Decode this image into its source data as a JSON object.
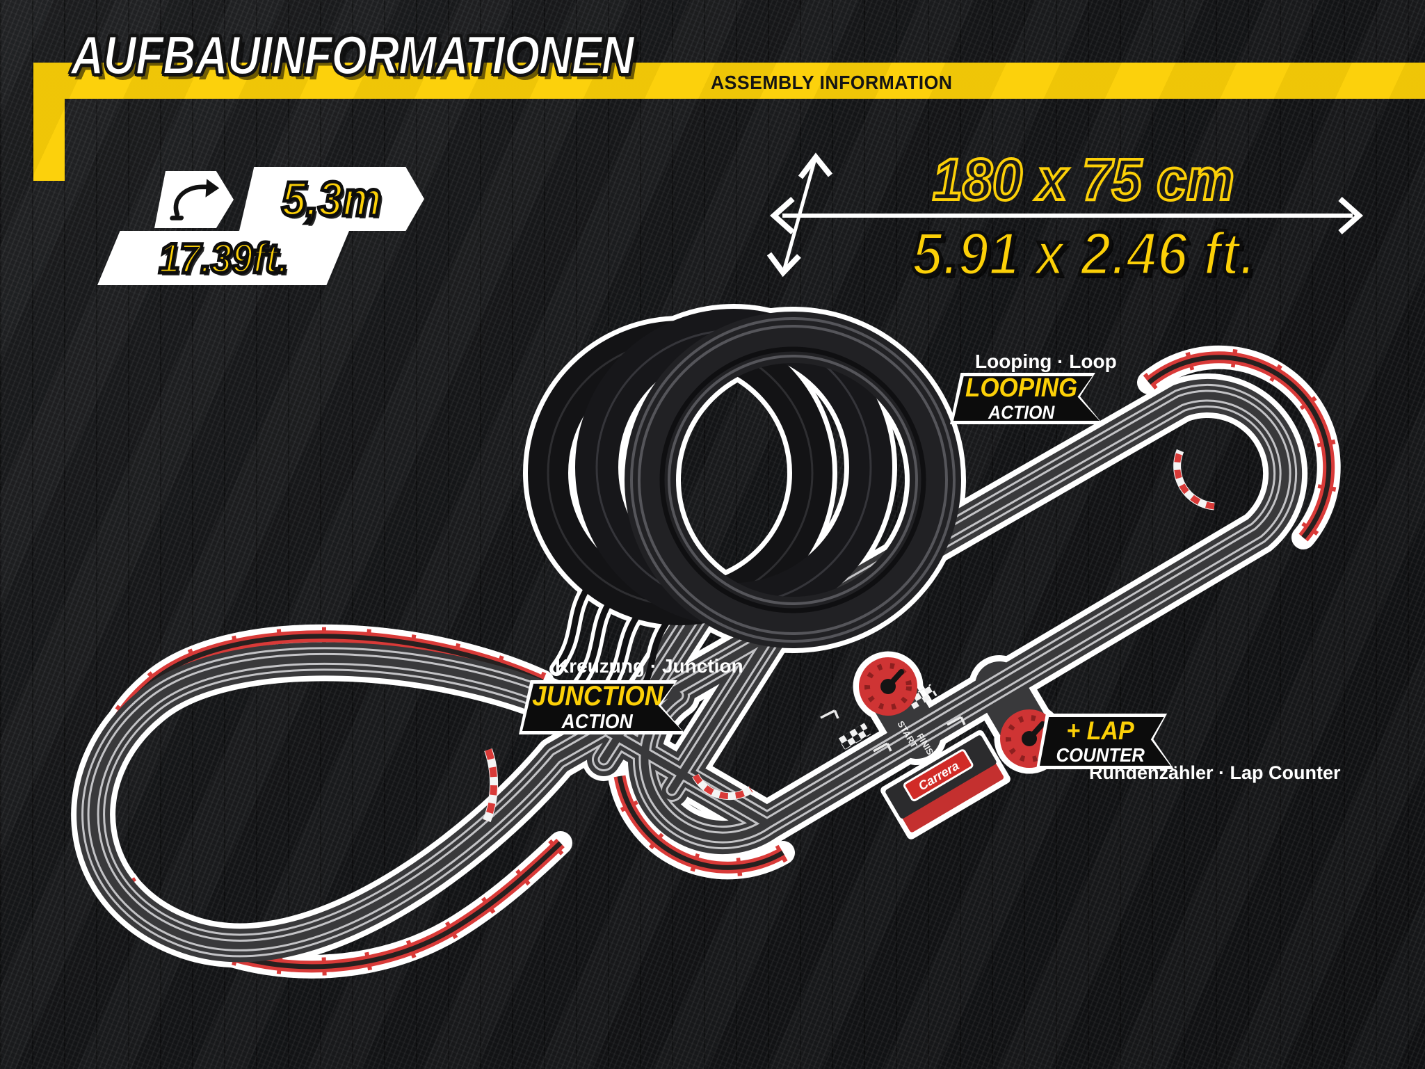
{
  "header": {
    "title": "AUFBAUINFORMATIONEN",
    "subtitle": "ASSEMBLY INFORMATION"
  },
  "track_length": {
    "metric": "5,3m",
    "imperial": "17.39ft."
  },
  "layout_dimensions": {
    "metric": "180 x 75 cm",
    "imperial": "5.91 x 2.46 ft."
  },
  "features": {
    "looping": {
      "caption": "Looping · Loop",
      "badge_line1": "LOOPING",
      "badge_line2": "ACTION"
    },
    "junction": {
      "caption": "Kreuzung · Junction",
      "badge_line1": "JUNCTION",
      "badge_line2": "ACTION"
    },
    "lap_counter": {
      "badge_line1": "+ LAP",
      "badge_line2": "COUNTER",
      "caption": "Rundenzähler · Lap Counter"
    }
  },
  "track_markings": {
    "brand": "Carrera",
    "start": "START",
    "finish": "FINISH"
  },
  "colors": {
    "accent_yellow": "#fcd007",
    "rail_red": "#d93a38",
    "track_gray": "#39393b",
    "outline_white": "#ffffff",
    "badge_black": "#0c0c0c",
    "background": "#141517"
  }
}
